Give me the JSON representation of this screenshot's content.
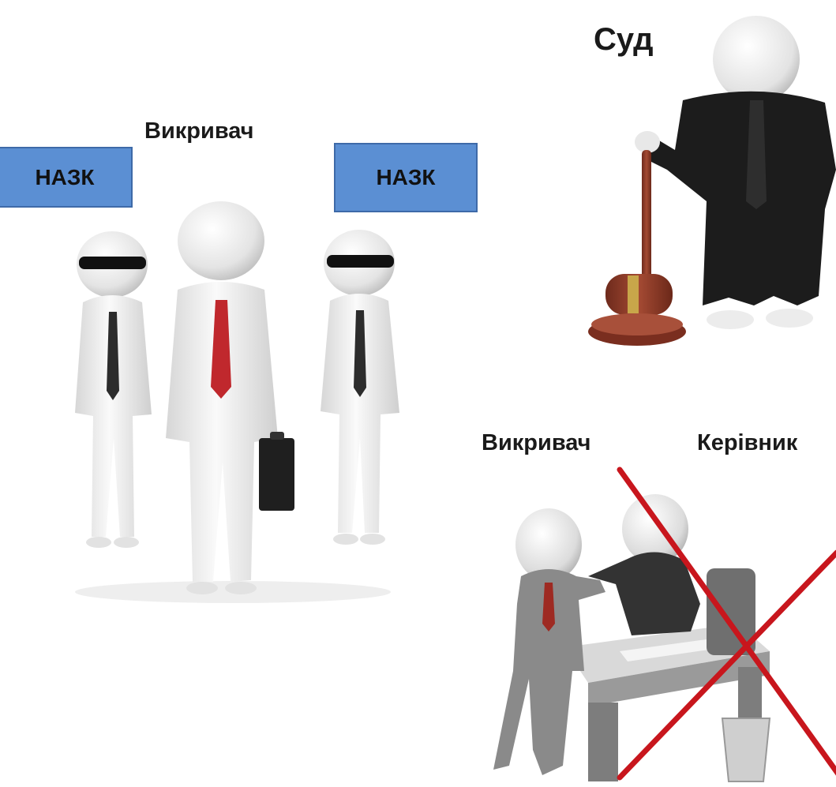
{
  "labels": {
    "court": "Суд",
    "whistleblower_top": "Викривач",
    "whistleblower_bottom": "Викривач",
    "manager": "Керівник"
  },
  "boxes": {
    "nazk_left": "НАЗК",
    "nazk_right": "НАЗК"
  },
  "colors": {
    "box_fill": "#5b8fd3",
    "box_border": "#3e6aa8",
    "red_tie": "#c0282d",
    "cross": "#c8161d",
    "robe": "#1c1c1c",
    "gavel": "#8b3a2a"
  },
  "icons": [
    "escort-figures-illustration",
    "judge-with-gavel-illustration",
    "office-confrontation-illustration",
    "red-cross-mark"
  ]
}
